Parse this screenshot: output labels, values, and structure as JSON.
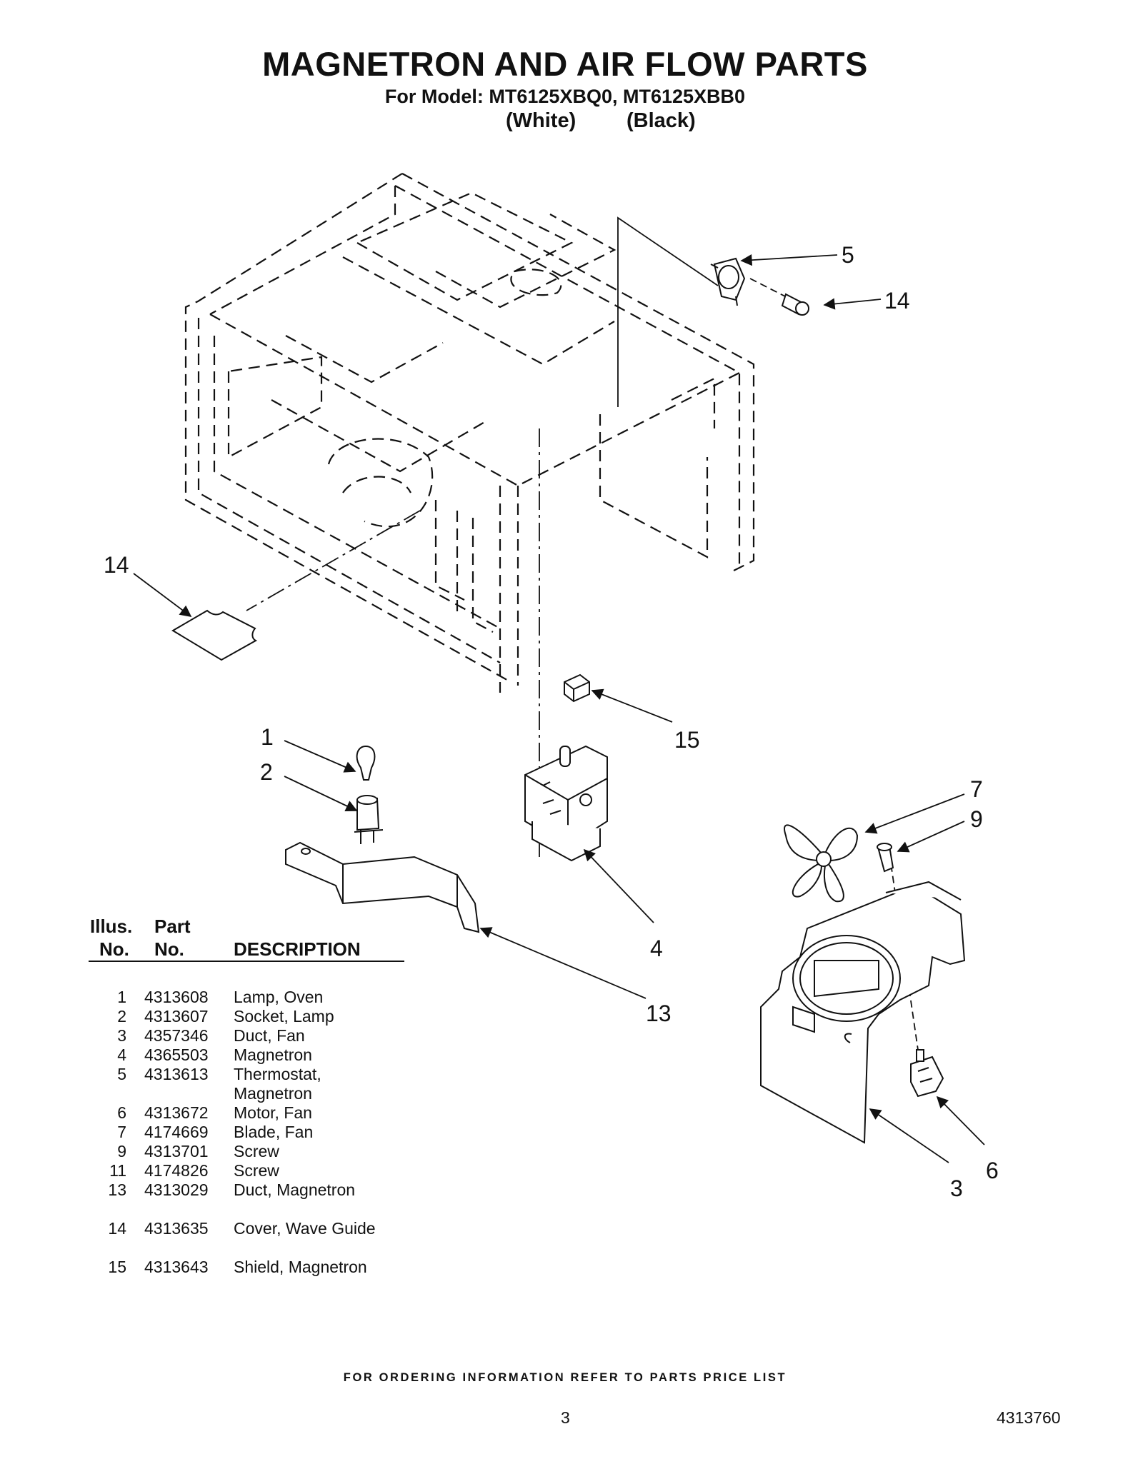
{
  "header": {
    "title": "MAGNETRON AND AIR FLOW PARTS",
    "model_line": "For Model: MT6125XBQ0, MT6125XBB0",
    "color_white": "(White)",
    "color_black": "(Black)"
  },
  "callouts": [
    "5",
    "14",
    "14",
    "15",
    "1",
    "2",
    "7",
    "9",
    "4",
    "13",
    "6",
    "3"
  ],
  "table": {
    "header_illus_top": "Illus.",
    "header_illus_bottom": "No.",
    "header_part_top": "Part",
    "header_part_bottom": "No.",
    "header_desc": "DESCRIPTION",
    "rows": [
      {
        "no": "1",
        "part": "4313608",
        "desc": "Lamp, Oven"
      },
      {
        "no": "2",
        "part": "4313607",
        "desc": "Socket, Lamp"
      },
      {
        "no": "3",
        "part": "4357346",
        "desc": "Duct, Fan"
      },
      {
        "no": "4",
        "part": "4365503",
        "desc": "Magnetron"
      },
      {
        "no": "5",
        "part": "4313613",
        "desc": "Thermostat, Magnetron"
      },
      {
        "no": "6",
        "part": "4313672",
        "desc": "Motor, Fan"
      },
      {
        "no": "7",
        "part": "4174669",
        "desc": "Blade, Fan"
      },
      {
        "no": "9",
        "part": "4313701",
        "desc": "Screw"
      },
      {
        "no": "11",
        "part": "4174826",
        "desc": "Screw"
      },
      {
        "no": "13",
        "part": "4313029",
        "desc": "Duct, Magnetron"
      },
      {
        "no": "14",
        "part": "4313635",
        "desc": "Cover, Wave Guide"
      },
      {
        "no": "15",
        "part": "4313643",
        "desc": "Shield, Magnetron"
      }
    ]
  },
  "footer": {
    "ordering": "FOR ORDERING INFORMATION REFER TO PARTS PRICE LIST",
    "page": "3",
    "doc_number": "4313760"
  }
}
